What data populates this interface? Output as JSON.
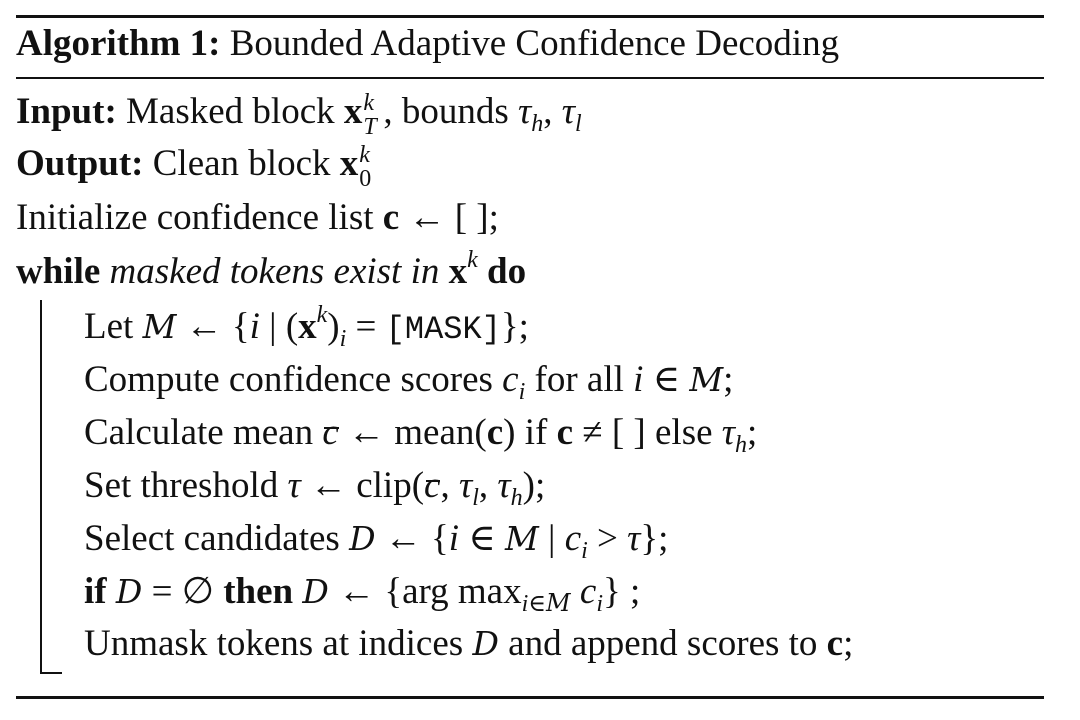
{
  "algorithm": {
    "title_label": "Algorithm 1:",
    "title_text": "Bounded Adaptive Confidence Decoding",
    "input": {
      "label": "Input:",
      "text_a": "Masked block",
      "text_b": ", bounds"
    },
    "output": {
      "label": "Output:",
      "text_a": "Clean block"
    },
    "init": {
      "text_a": "Initialize confidence list",
      "text_b": "← [ ];"
    },
    "while": {
      "kw_while": "while",
      "cond": "masked tokens exist in",
      "kw_do": "do"
    },
    "body": {
      "let": {
        "a": "Let",
        "b": "← {",
        "c": "| (",
        "d": ")",
        "e": " =",
        "mask": "[MASK]",
        "f": "};"
      },
      "compute": {
        "a": "Compute confidence scores",
        "b": "for all",
        "c": "∈",
        "d": ";"
      },
      "mean": {
        "a": "Calculate mean",
        "b": "← mean(",
        "c": ") if",
        "d": "≠ [ ] else",
        "e": ";"
      },
      "threshold": {
        "a": "Set threshold",
        "b": "← clip(",
        "c": ");"
      },
      "select": {
        "a": "Select candidates",
        "b": "← {",
        "c": "∈",
        "d": "|",
        "e": ">",
        "f": "};"
      },
      "if": {
        "kw_if": "if",
        "a": "= ∅",
        "kw_then": "then",
        "b": "← {arg max",
        "c": "} ;"
      },
      "unmask": {
        "a": "Unmask tokens at indices",
        "b": "and append scores to",
        "c": ";"
      }
    }
  }
}
